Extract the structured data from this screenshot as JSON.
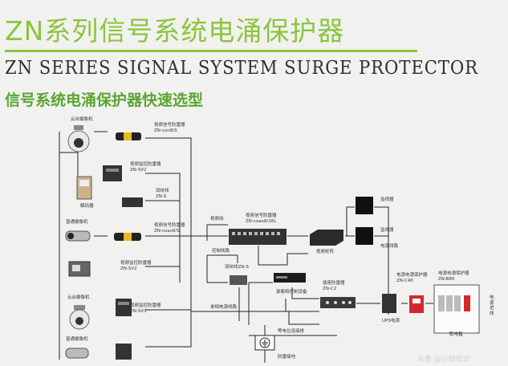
{
  "header": {
    "title_cn": "ZN系列信号系统电涌保护器",
    "title_en": "ZN SERIES SIGNAL SYSTEM SURGE PROTECTOR",
    "subtitle": "信号系统电涌保护器快速选型"
  },
  "labels": {
    "cam_ptz_1": "云台摄像机",
    "spd_video_1": [
      "视频信号防雷器",
      "ZN-con8/S"
    ],
    "spd_video_mon_1": [
      "视频监控防雷器",
      "ZN-SV2"
    ],
    "decoder": "解码器",
    "twisted_pair_1": [
      "双绞线",
      "ZN-S"
    ],
    "cam_normal_1": "普通摄像机",
    "spd_video_2": [
      "视频信号防雷器",
      "ZN-coax8/S"
    ],
    "spd_video_mon_2": [
      "视频监控防雷器",
      "ZN-SV2"
    ],
    "cam_ptz_2": "云台摄像机",
    "spd_video_mon_3": [
      "视频监控防雷器",
      "ZN-SV3"
    ],
    "cam_normal_2": "普通摄像机",
    "video_line": "视频线",
    "spd_video_main": [
      "视频信号防雷器",
      "ZN-coax8/16L"
    ],
    "video_matrix": "视频矩阵",
    "monitor_1": "监视器",
    "monitor_2": "监视器",
    "power_line_right": "电源线路",
    "control_line": "控制线路",
    "twisted_pair_2": "双绞线ZN-S",
    "recorder": "录像和控制设备",
    "power_spd_c2": [
      "插座防雷器",
      "ZN-C2"
    ],
    "power_spd_c40": [
      "电源电涌保护器",
      "ZN-C40"
    ],
    "power_spd_b80": [
      "电源电涌保护器",
      "ZN-B80"
    ],
    "single_phase": "单相电源线路",
    "ups": "UPS电源",
    "power": [
      "电",
      "源",
      "进",
      "线"
    ],
    "dist_box": "配电箱",
    "equipotential": "等电位连接排",
    "grounding": "防雷接地"
  },
  "watermark": "头条 @小钱知识"
}
